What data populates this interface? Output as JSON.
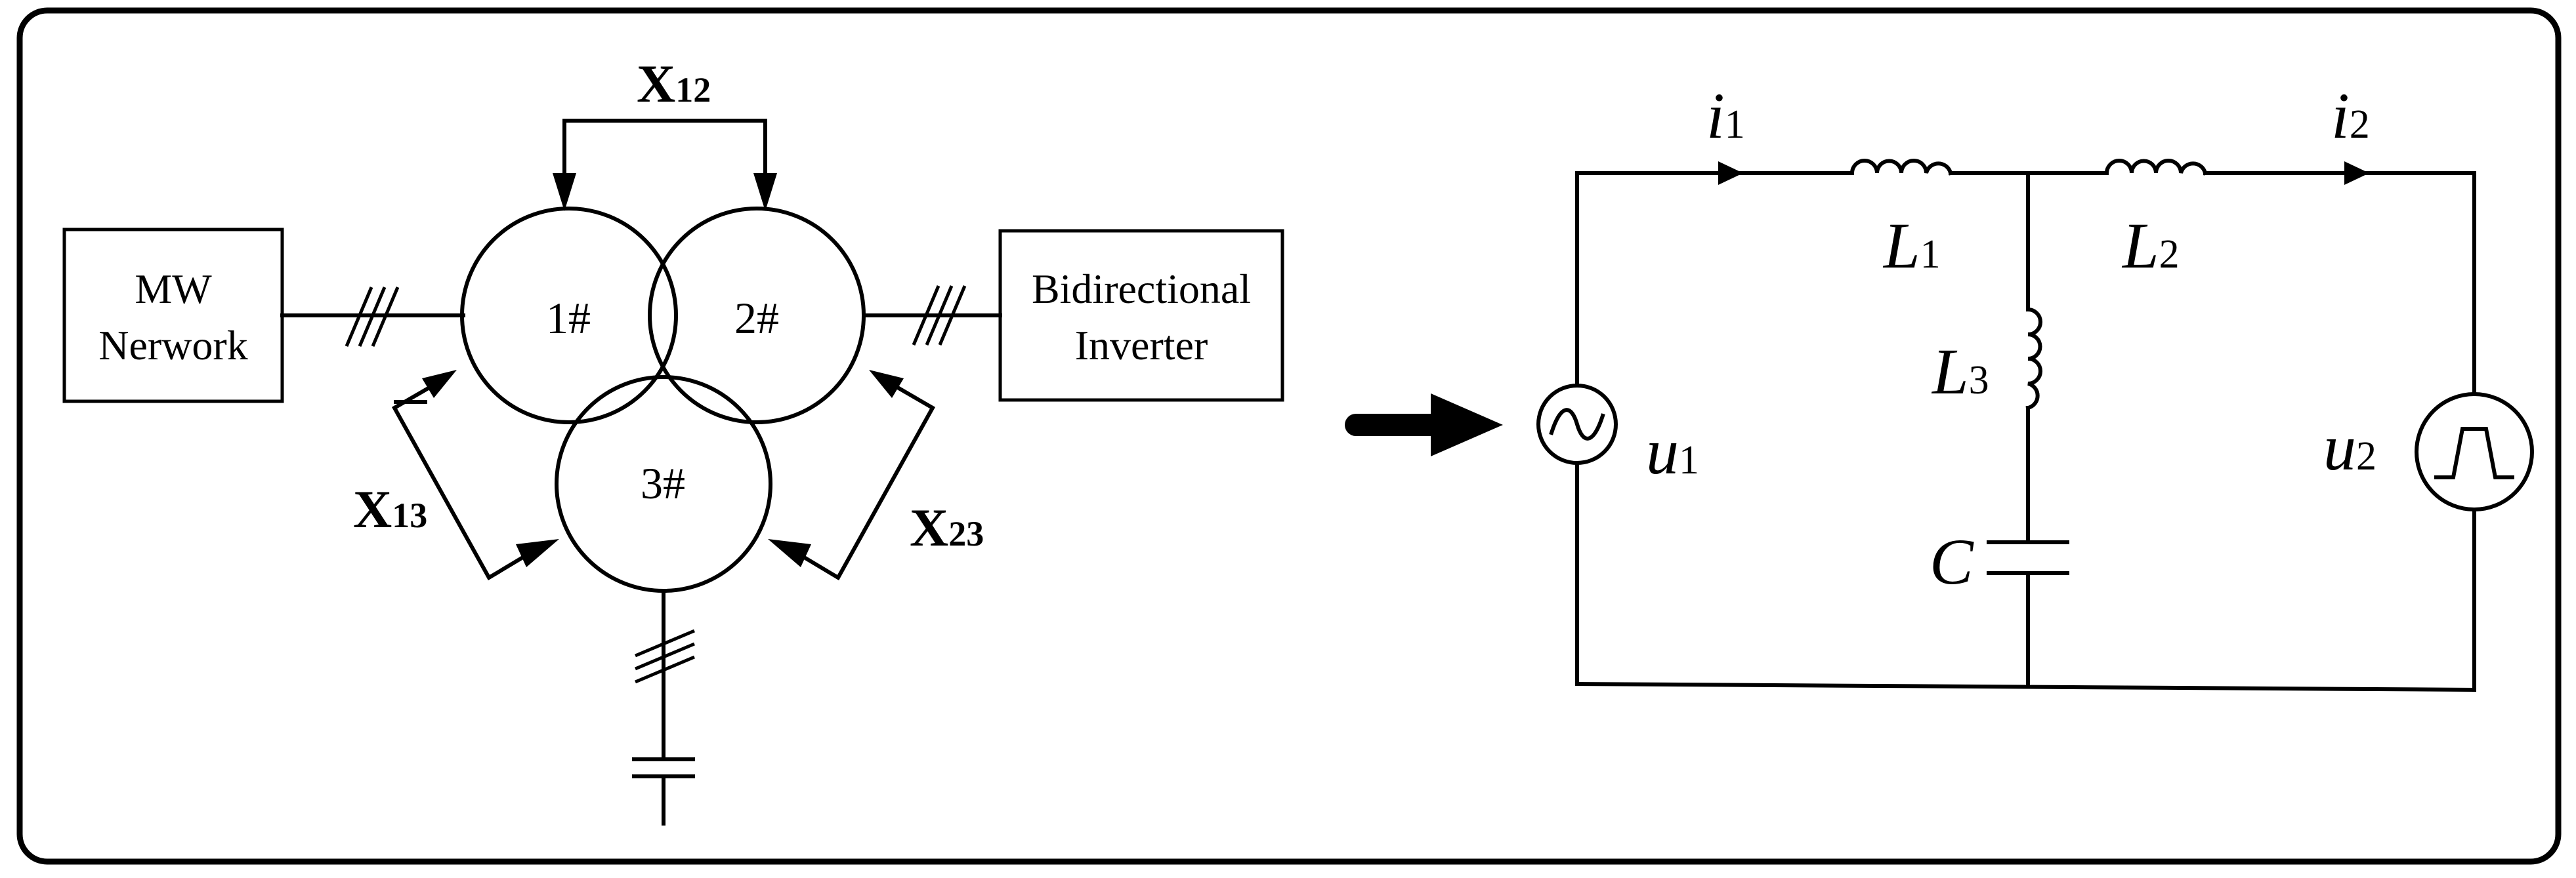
{
  "transformer": {
    "winding_1": "1#",
    "winding_2": "2#",
    "winding_3": "3#",
    "x12": {
      "main": "X",
      "sub": "12"
    },
    "x13": {
      "main": "X",
      "sub": "13"
    },
    "x23": {
      "main": "X",
      "sub": "23"
    },
    "mw_network": {
      "line1": "MW",
      "line2": "Nerwork"
    },
    "bidirectional_inverter": {
      "line1": "Bidirectional",
      "line2": "Inverter"
    }
  },
  "circuit": {
    "i1": {
      "main": "i",
      "sub": "1"
    },
    "i2": {
      "main": "i",
      "sub": "2"
    },
    "L1": {
      "main": "L",
      "sub": "1"
    },
    "L2": {
      "main": "L",
      "sub": "2"
    },
    "L3": {
      "main": "L",
      "sub": "3"
    },
    "C": "C",
    "u1": {
      "main": "u",
      "sub": "1"
    },
    "u2": {
      "main": "u",
      "sub": "2"
    }
  }
}
